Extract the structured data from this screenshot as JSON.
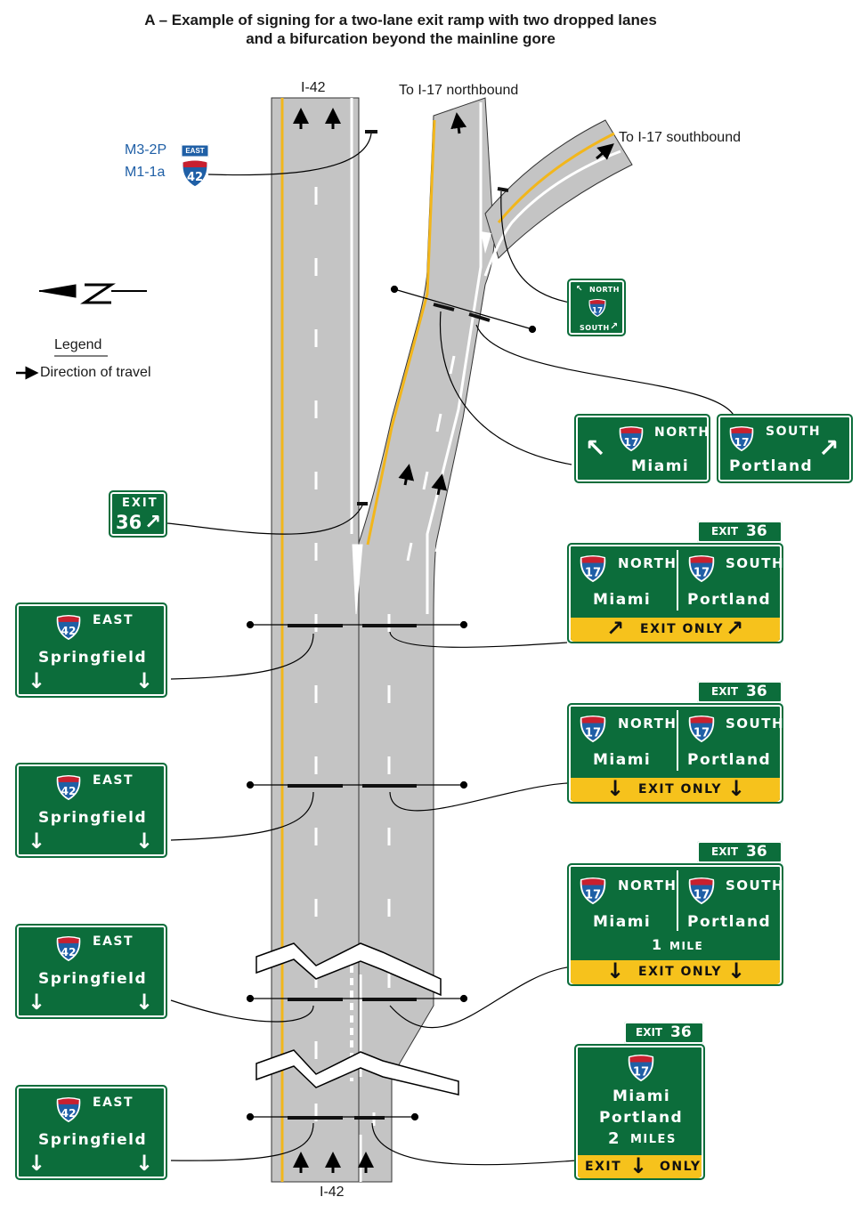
{
  "title": {
    "line1": "A – Example of signing for a two-lane exit ramp with two dropped lanes",
    "line2": "and a bifurcation beyond the mainline gore"
  },
  "roads": {
    "mainline_top": "I-42",
    "mainline_bottom": "I-42",
    "ramp_north": "To I-17 northbound",
    "ramp_south": "To I-17 southbound"
  },
  "legend": {
    "title": "Legend",
    "direction": "Direction of travel"
  },
  "sign_codes": {
    "top": "M3-2P",
    "bottom": "M1-1a"
  },
  "route_marker": {
    "direction": "EAST",
    "route": "42"
  },
  "colors": {
    "sign_green": "#0c6d3b",
    "exit_only_yellow": "#f6c21c",
    "lane_yellow": "#f2b61b",
    "pavement": "#c4c4c4",
    "code_blue": "#1f5fa6"
  },
  "signs": {
    "bifurcation_small": {
      "north": "NORTH",
      "route": "17",
      "south": "SOUTH"
    },
    "exit_gore": {
      "label": "EXIT",
      "number": "36"
    },
    "mainline_left": {
      "direction": "EAST",
      "route": "42",
      "city": "Springfield"
    },
    "north_miami": {
      "route": "17",
      "direction": "NORTH",
      "city": "Miami"
    },
    "south_portland": {
      "route": "17",
      "direction": "SOUTH",
      "city": "Portland"
    },
    "exit_tab": {
      "label": "EXIT",
      "number": "36"
    },
    "exit_only": "EXIT ONLY",
    "exit_only_split": {
      "a": "EXIT",
      "b": "ONLY"
    },
    "one_mile": {
      "num": "1",
      "unit": "MILE"
    },
    "two_miles": {
      "num": "2",
      "unit": "MILES"
    },
    "two_mile_sign": {
      "route": "17",
      "city1": "Miami",
      "city2": "Portland"
    }
  }
}
